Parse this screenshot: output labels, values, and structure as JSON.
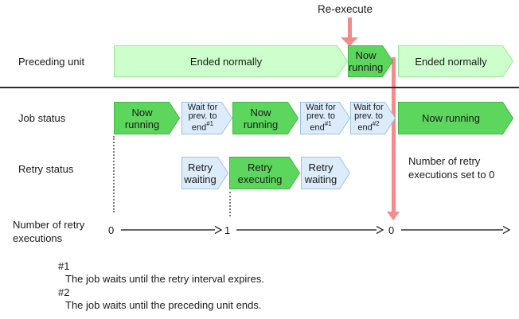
{
  "annotations": {
    "re_execute": "Re-execute",
    "reset_note": "Number of retry executions set to 0"
  },
  "row_labels": {
    "preceding": "Preceding unit",
    "job": "Job status",
    "retry": "Retry status",
    "count": "Number of retry executions"
  },
  "rows": {
    "preceding": [
      {
        "label": "Ended normally",
        "variant": "light-green"
      },
      {
        "label": "Now running",
        "variant": "green"
      },
      {
        "label": "Ended normally",
        "variant": "light-green"
      }
    ],
    "job": [
      {
        "label": "Now running",
        "variant": "green"
      },
      {
        "lines": [
          "Wait for",
          "prev. to",
          "end"
        ],
        "sup": "#1",
        "variant": "blue"
      },
      {
        "label": "Now running",
        "variant": "green"
      },
      {
        "lines": [
          "Wait for",
          "prev. to",
          "end"
        ],
        "sup": "#1",
        "variant": "blue"
      },
      {
        "lines": [
          "Wait for",
          "prev. to",
          "end"
        ],
        "sup": "#2",
        "variant": "blue"
      },
      {
        "label": "Now running",
        "variant": "green"
      }
    ],
    "retry": [
      {
        "label": "Retry waiting",
        "variant": "blue"
      },
      {
        "label": "Retry executing",
        "variant": "green"
      },
      {
        "label": "Retry waiting",
        "variant": "blue"
      }
    ]
  },
  "counts": {
    "start": "0",
    "after_first_retry": "1",
    "after_reset": "0"
  },
  "footnotes": [
    {
      "marker": "#1",
      "text": "The job waits until the retry interval expires."
    },
    {
      "marker": "#2",
      "text": "The job waits until the preceding unit ends."
    }
  ],
  "colors": {
    "green": "#5cd65c",
    "light_green": "#ccffcc",
    "light_blue": "#dcecfa",
    "pink_arrow": "#f48b8b"
  }
}
